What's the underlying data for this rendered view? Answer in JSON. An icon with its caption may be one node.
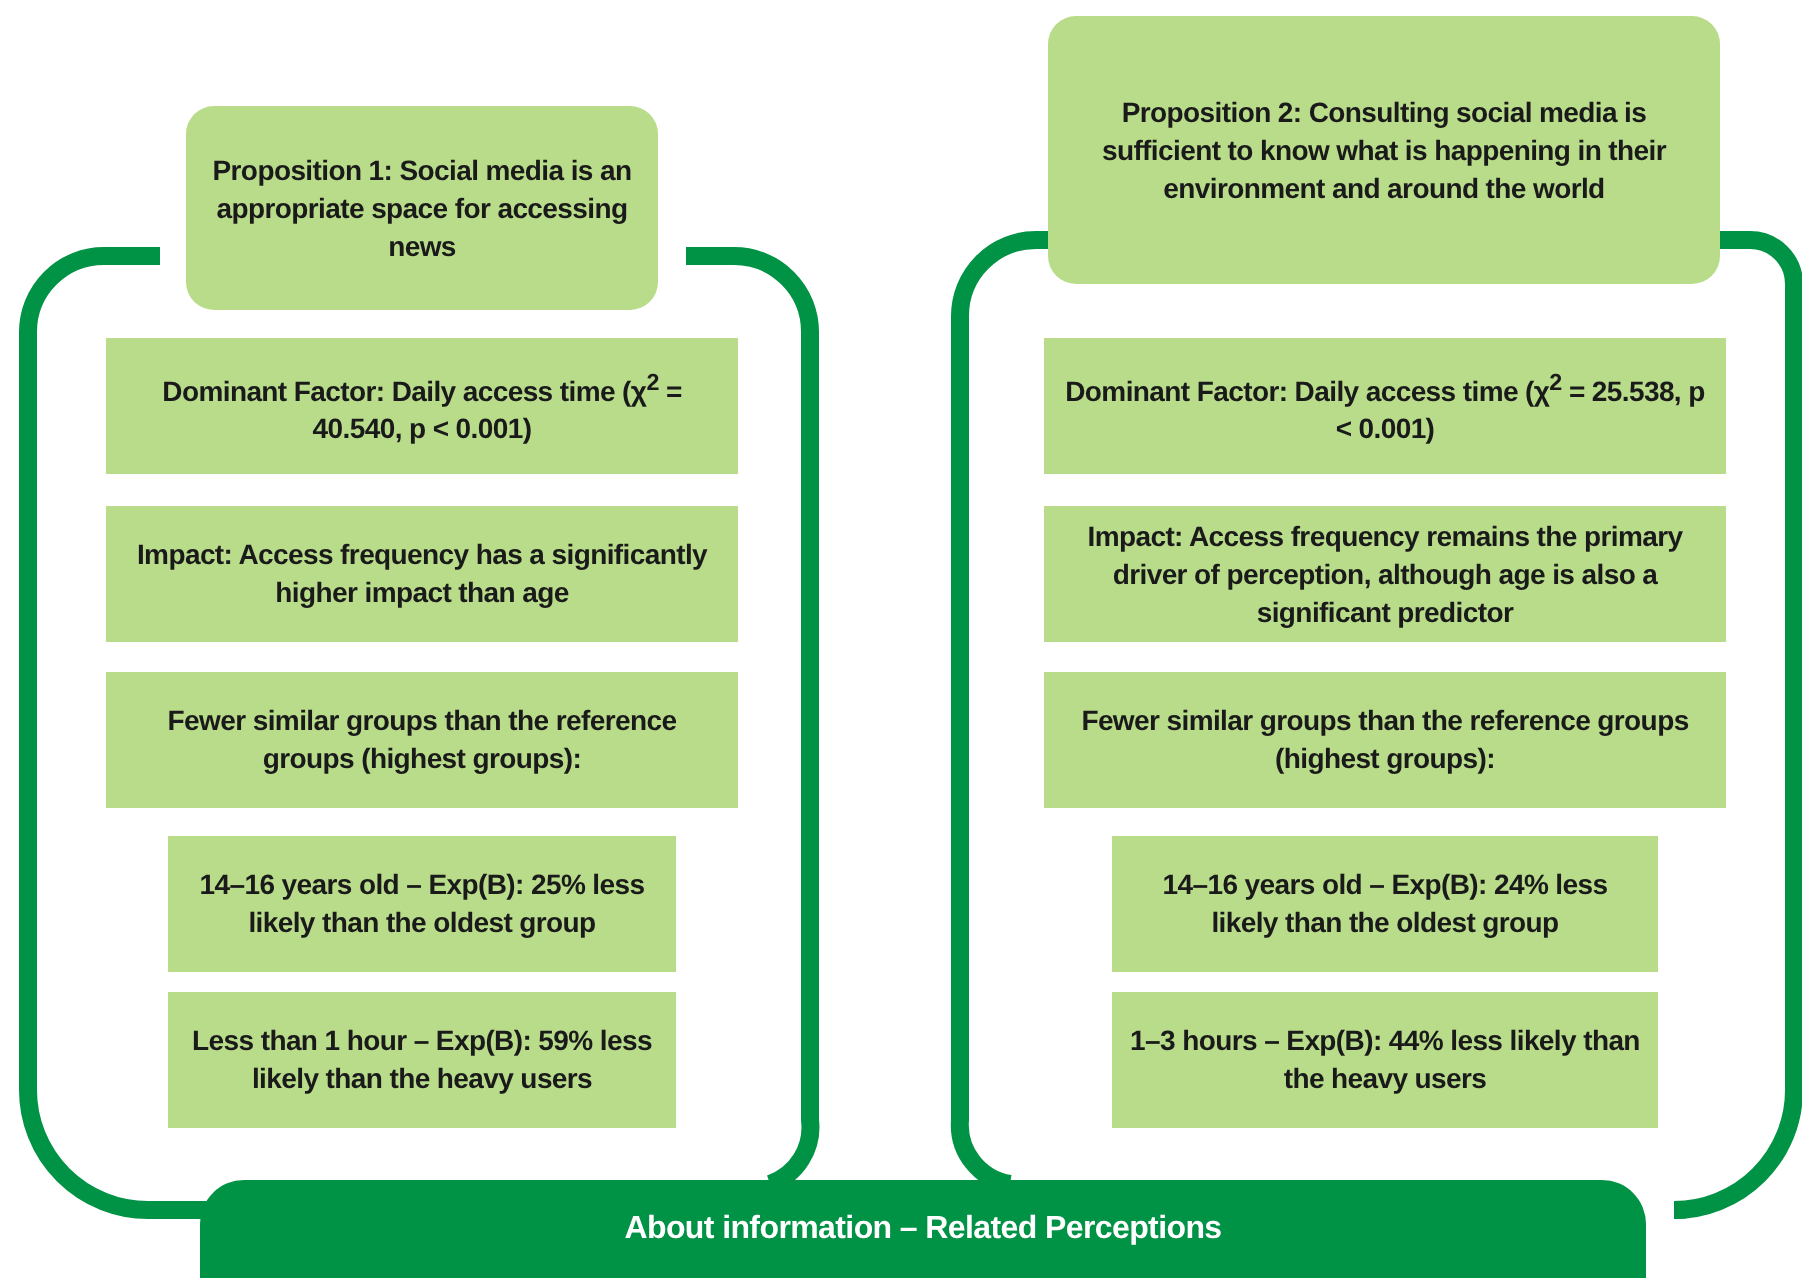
{
  "diagram": {
    "nodes": [
      {
        "text": [
          "Proposition 1: Social media is an appropriate space for accessing news"
        ]
      },
      {
        "text": [
          "Dominant Factor: Daily access time (χ$^{2}$ = 40.540, p < 0.001)"
        ]
      },
      {
        "text": [
          "Impact: Access frequency has a significantly higher impact than age"
        ]
      },
      {
        "text": [
          "Fewer similar groups than the reference groups (highest groups):"
        ]
      },
      {
        "text": [
          "14–16 years old – Exp(B): 25% less likely than the oldest group"
        ]
      },
      {
        "text": [
          "Less than 1 hour – Exp(B): 59% less likely than the heavy users"
        ]
      },
      {
        "text": [
          "Proposition 2: Consulting social media is sufficient to know what is happening in their environment and around the world"
        ]
      },
      {
        "text": [
          "Dominant Factor: Daily access time (χ$^{2}$ = 25.538, p < 0.001)"
        ]
      },
      {
        "text": [
          "Impact: Access frequency remains the primary driver of perception, although age is also a significant predictor"
        ]
      },
      {
        "text": [
          "Fewer similar groups than the reference groups (highest groups):"
        ]
      },
      {
        "text": [
          "14–16 years old – Exp(B): 24% less likely than the oldest group"
        ]
      },
      {
        "text": [
          "1–3 hours – Exp(B): 44% less likely than the heavy users"
        ]
      },
      {
        "text": [
          "About information – Related Perceptions"
        ]
      }
    ]
  }
}
